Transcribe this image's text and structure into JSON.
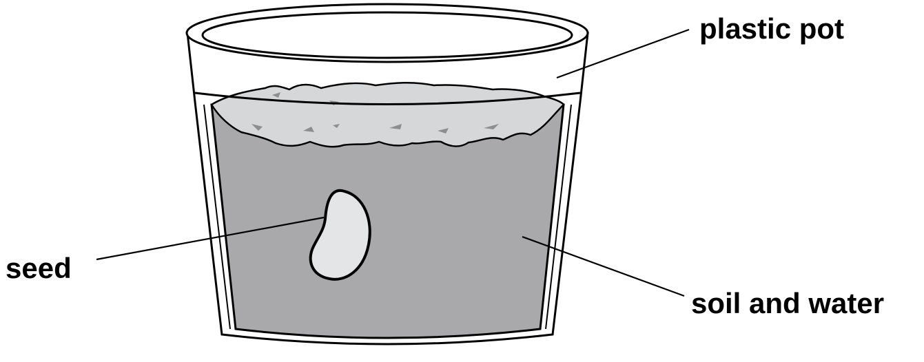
{
  "labels": {
    "pot": "plastic pot",
    "seed": "seed",
    "soil": "soil and water"
  },
  "colors": {
    "outline": "#000000",
    "pot_fill": "#ffffff",
    "soil": "#a9a9ab",
    "soil_surface": "#d6d7d8",
    "soil_flecks": "#8e8e90",
    "seed": "#e4e5e6",
    "background": "#ffffff"
  }
}
